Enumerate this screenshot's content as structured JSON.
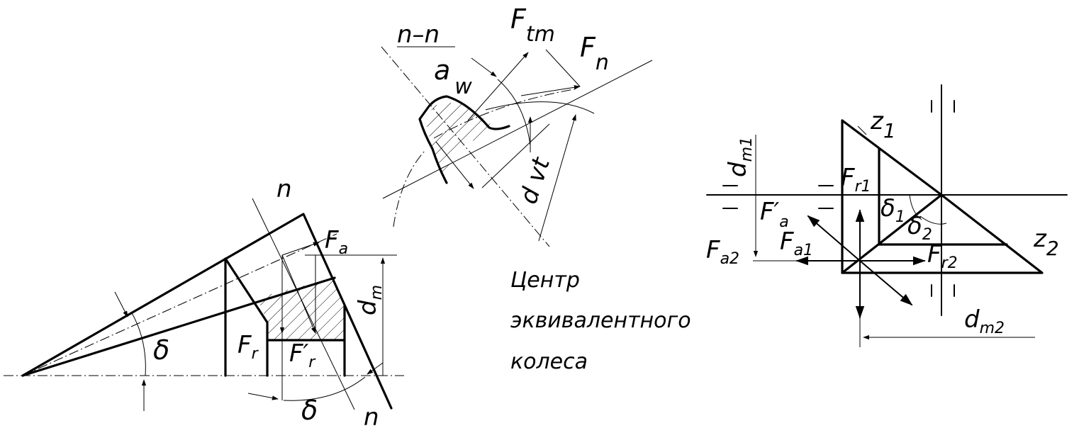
{
  "section_label": "n–n",
  "center_caption": [
    "Центр",
    "эквивалентного",
    "колеса"
  ],
  "left_view": {
    "label_n_top": "n",
    "label_n_bottom": "n",
    "Fa": {
      "main": "F",
      "sub": "a"
    },
    "dm": "d",
    "dm_sub": "m",
    "Fr": {
      "main": "F",
      "sub": "r"
    },
    "Fr_prime": {
      "main": "F′",
      "sub": "r"
    },
    "delta_left": "δ",
    "delta_bottom": "δ"
  },
  "section_view": {
    "Ftm": {
      "main": "F",
      "sub": "tm"
    },
    "Fn": {
      "main": "F",
      "sub": "n"
    },
    "aw": {
      "main": "a",
      "sub": "w"
    },
    "dvt": "d vt"
  },
  "right_view": {
    "z1": {
      "main": "z",
      "sub": "1"
    },
    "z2": {
      "main": "z",
      "sub": "2"
    },
    "dm1": {
      "main": "d",
      "sub": "m1"
    },
    "dm2": {
      "main": "d",
      "sub": "m2"
    },
    "Fr1": {
      "main": "F",
      "sub": "r1"
    },
    "Fa_prime": {
      "main": "F′",
      "sub": "a"
    },
    "Fa1": {
      "main": "F",
      "sub": "a1"
    },
    "Fa2": {
      "main": "F",
      "sub": "a2"
    },
    "Fr2": {
      "main": "F",
      "sub": "r2"
    },
    "delta1": {
      "main": "δ",
      "sub": "1"
    },
    "delta2": {
      "main": "δ",
      "sub": "2"
    }
  }
}
